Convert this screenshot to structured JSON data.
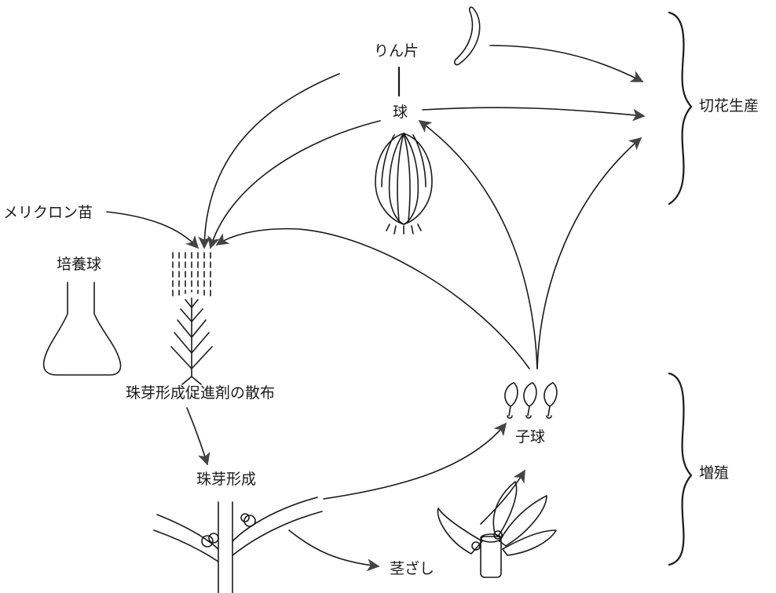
{
  "labels": {
    "scale": "りん片",
    "bulb": "球",
    "meristem": "メリクロン苗",
    "culture": "培養球",
    "spray": "珠芽形成促進剤の散布",
    "bulbil_formation": "珠芽形成",
    "cutting": "茎ざし",
    "bulblet": "子球",
    "cut_flower": "切花生産",
    "propagation": "増殖"
  },
  "colors": {
    "line": "#1a1a1a",
    "arrow": "#444444"
  }
}
